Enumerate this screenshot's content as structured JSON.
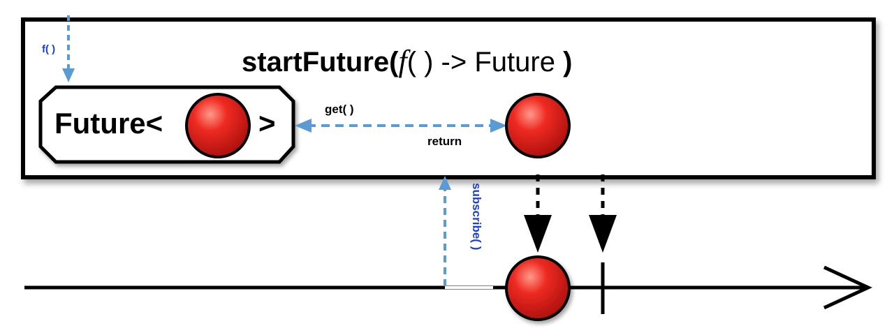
{
  "operator": {
    "title_prefix": "startFuture(",
    "title_fn": "f",
    "title_args": "( ) -> Future",
    "title_suffix": ")"
  },
  "labels": {
    "fn_call": "f( )",
    "get": "get( )",
    "return": "return",
    "subscribe": "subscribe( )"
  },
  "future_box": {
    "prefix": "Future<",
    "suffix": ">"
  },
  "colors": {
    "marble": "#e8211d",
    "arrow_dashed": "#5b9bd5",
    "label_blue": "#1a3fd6",
    "line": "#000000"
  }
}
